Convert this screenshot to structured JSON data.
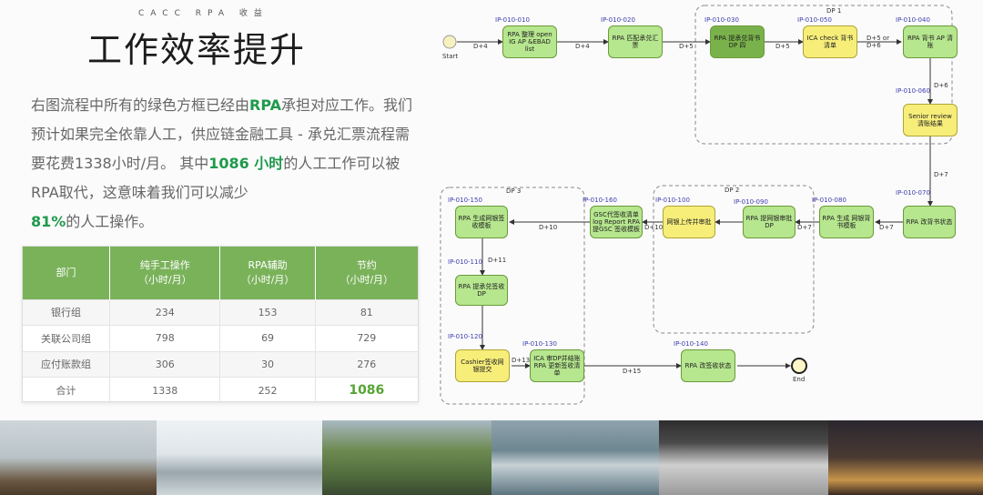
{
  "header": {
    "subtitle": "CACC RPA 收益",
    "title": "工作效率提升"
  },
  "paragraph": {
    "p1": "右图流程中所有的绿色方框已经由",
    "p1_hl": "RPA",
    "p2": "承担对应工作。我们预计如果完全依靠人工，供应链金融工具 - 承兑汇票流程需要花费1338小时/月。 其中",
    "p2_hl": "1086 小时",
    "p3": "的人工工作可以被RPA取代，这意味着我们可以减少",
    "p3_hl": "81%",
    "p4": "的人工操作。"
  },
  "table": {
    "headers": [
      {
        "line1": "部门",
        "line2": ""
      },
      {
        "line1": "纯手工操作",
        "line2": "（小时/月）"
      },
      {
        "line1": "RPA辅助",
        "line2": "（小时/月）"
      },
      {
        "line1": "节约",
        "line2": "（小时/月）"
      }
    ],
    "rows": [
      [
        "银行组",
        "234",
        "153",
        "81"
      ],
      [
        "关联公司组",
        "798",
        "69",
        "729"
      ],
      [
        "应付账款组",
        "306",
        "30",
        "276"
      ],
      [
        "合计",
        "1338",
        "252",
        "1086"
      ]
    ]
  },
  "diagram": {
    "start_label": "Start",
    "end_label": "End",
    "dp_labels": {
      "dp1": "DP 1",
      "dp2": "DP 2",
      "dp3": "DP 3"
    },
    "nodes": {
      "n010": {
        "id": "IP-010-010",
        "label": "RPA 整理 open IG AP &EBAD list"
      },
      "n020": {
        "id": "IP-010-020",
        "label": "RPA 匹配承兑汇票"
      },
      "n030": {
        "id": "IP-010-030",
        "label": "RPA 提承兑背书DP 四"
      },
      "n050": {
        "id": "IP-010-050",
        "label": "ICA check 背书清单"
      },
      "n040": {
        "id": "IP-010-040",
        "label": "RPA 背书 AP 清账"
      },
      "n060": {
        "id": "IP-010-060",
        "label": "Senior review 清账结果"
      },
      "n070": {
        "id": "IP-010-070",
        "label": "RPA 改背书状态"
      },
      "n080": {
        "id": "IP-010-080",
        "label": "RPA 生成 网银背书模板"
      },
      "n090": {
        "id": "IP-010-090",
        "label": "RPA 提网银审批DP"
      },
      "n100": {
        "id": "IP-010-100",
        "label": "网银上传并审批"
      },
      "n160": {
        "id": "IP-010-160",
        "label": "GSC代签收清单 log Report RPA 提GSC 签收模板"
      },
      "n150": {
        "id": "IP-010-150",
        "label": "RPA 生成网银签收模板"
      },
      "n110": {
        "id": "IP-010-110",
        "label": "RPA 提承兑签收DP"
      },
      "n120": {
        "id": "IP-010-120",
        "label": "Cashier签收网银提交"
      },
      "n130": {
        "id": "IP-010-130",
        "label": "ICA 审DP并结账RPA 更新签收清单"
      },
      "n140": {
        "id": "IP-010-140",
        "label": "RPA 改签收状态"
      }
    },
    "edges": {
      "e1": "D+4",
      "e2": "D+4",
      "e3": "D+5",
      "e4": "D+5",
      "e5": "D+5 or D+6",
      "e6": "D+6",
      "e7": "D+7",
      "e8": "D+7",
      "e9": "D+7",
      "e10": "D+10",
      "e11": "D+10",
      "e12": "D+11",
      "e13": "D+13",
      "e14": "D+15"
    }
  }
}
